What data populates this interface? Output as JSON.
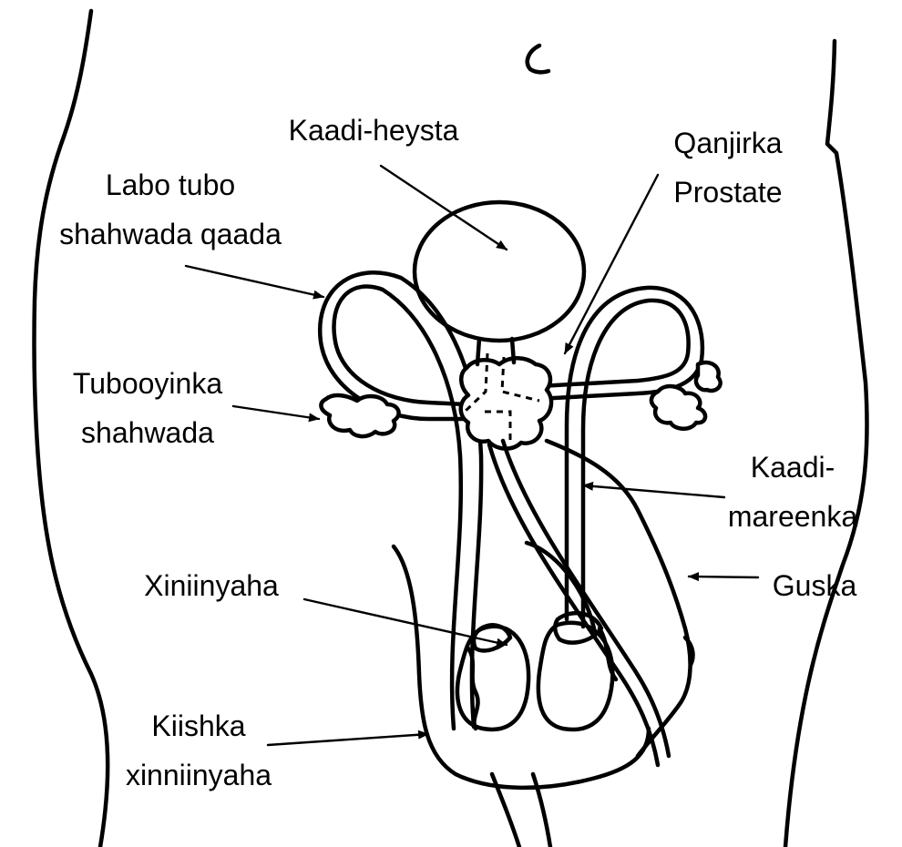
{
  "labels": {
    "bladder": "Kaadi-heysta",
    "prostate_1": "Qanjirka",
    "prostate_2": "Prostate",
    "vas_deferens_1": "Labo tubo",
    "vas_deferens_2": "shahwada qaada",
    "seminal_vesicle_1": "Tubooyinka",
    "seminal_vesicle_2": "shahwada",
    "urethra_1": "Kaadi-",
    "urethra_2": "mareenka",
    "penis": "Guska",
    "testis": "Xiniinyaha",
    "scrotum_1": "Kiishka",
    "scrotum_2": "xinniinyaha"
  },
  "colors": {
    "ink": "#000000",
    "background": "#ffffff"
  }
}
